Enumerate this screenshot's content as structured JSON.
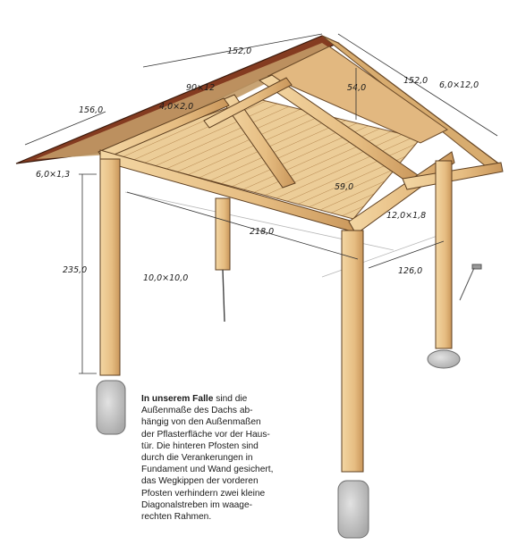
{
  "dimensions": {
    "roof_length_front": "152,0",
    "roof_length_right": "152,0",
    "roof_depth_left": "156,0",
    "rafter": "90×12",
    "batten": "4,0×2,0",
    "ridge_height": "54,0",
    "rafter_section": "6,0×12,0",
    "fascia": "6,0×1,3",
    "strut": "59,0",
    "beam": "12,0×1,8",
    "span_long": "218,0",
    "post_height": "235,0",
    "post_section": "10,0×10,0",
    "span_depth": "126,0"
  },
  "caption": {
    "lead": "In unserem Falle",
    "body": " sind die\nAußenmaße des Dachs ab-\nhängig von den Außenmaßen\nder Pflasterfläche vor der Haus-\ntür. Die hinteren Pfosten sind\ndurch die Verankerungen in\nFundament und Wand gesichert,\ndas Wegkippen der vorderen\nPfosten verhindern zwei kleine\nDiagonalstreben im waage-\nrechten Rahmen."
  },
  "colors": {
    "wood": "#e9c58d",
    "wood_dark": "#b98a52",
    "roof_edge": "#8a3c22",
    "concrete": "#c9c9c9"
  }
}
